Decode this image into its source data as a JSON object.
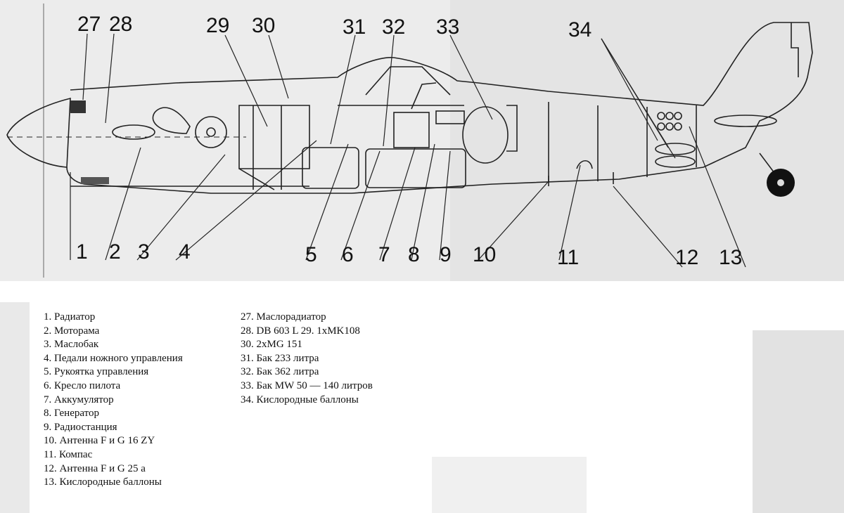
{
  "diagram": {
    "callouts_top": [
      "27",
      "28",
      "29",
      "30",
      "31",
      "32",
      "33",
      "34"
    ],
    "callouts_bottom": [
      "1",
      "2",
      "3",
      "4",
      "5",
      "6",
      "7",
      "8",
      "9",
      "10",
      "11",
      "12",
      "13"
    ]
  },
  "legend": {
    "left": [
      "1. Радиатор",
      "2. Моторама",
      "3. Маслобак",
      "4. Педали ножного управления",
      "5. Рукоятка управления",
      "6. Кресло пилота",
      "7. Аккумулятор",
      "8. Генератор",
      "9. Радиостанция",
      "10. Антенна F и G 16 ZY",
      "11. Компас",
      "12. Антенна F и G 25 a",
      "13. Кислородные баллоны"
    ],
    "right": [
      "27. Маслорадиатор",
      "28. DB 603 L 29. 1xMK108",
      "30. 2xMG 151",
      "31. Бак 233 литра",
      "32. Бак 362 литра",
      "33. Бак MW 50 — 140 литров",
      "34. Кислородные баллоны"
    ]
  }
}
